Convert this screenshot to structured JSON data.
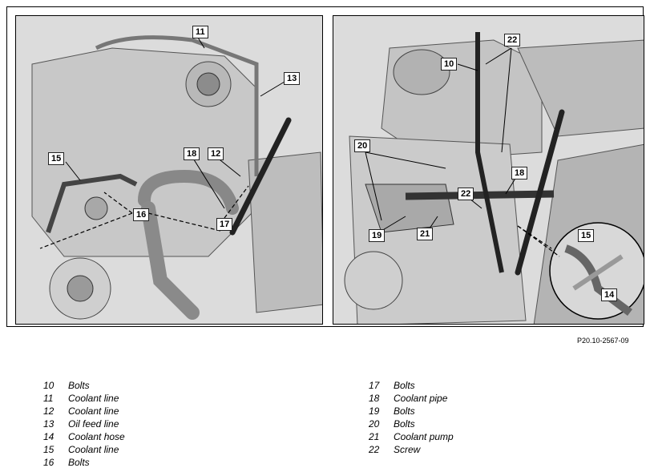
{
  "reference_code": "P20.10-2567-09",
  "callouts_left": [
    "11",
    "13",
    "12",
    "18",
    "15",
    "16",
    "17"
  ],
  "callouts_right": [
    "10",
    "22",
    "20",
    "18",
    "22",
    "19",
    "21",
    "15",
    "14"
  ],
  "legend_left": [
    {
      "num": "10",
      "text": "Bolts"
    },
    {
      "num": "11",
      "text": "Coolant line"
    },
    {
      "num": "12",
      "text": "Coolant line"
    },
    {
      "num": "13",
      "text": "Oil feed line"
    },
    {
      "num": "14",
      "text": "Coolant hose"
    },
    {
      "num": "15",
      "text": "Coolant line"
    },
    {
      "num": "16",
      "text": "Bolts"
    }
  ],
  "legend_right": [
    {
      "num": "17",
      "text": "Bolts"
    },
    {
      "num": "18",
      "text": "Coolant pipe"
    },
    {
      "num": "19",
      "text": "Bolts"
    },
    {
      "num": "20",
      "text": "Bolts"
    },
    {
      "num": "21",
      "text": "Coolant pump"
    },
    {
      "num": "22",
      "text": "Screw"
    }
  ]
}
